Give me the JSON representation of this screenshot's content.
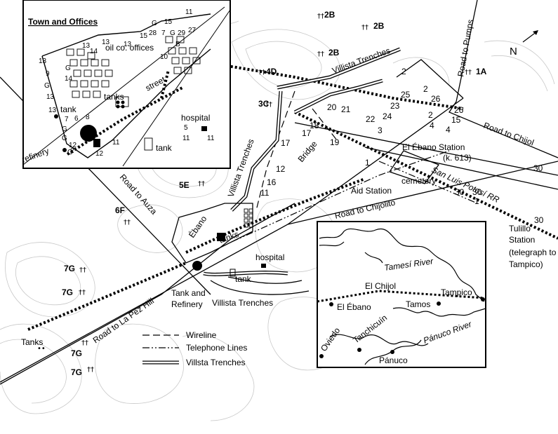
{
  "inset_town": {
    "title": "Town and Offices",
    "labels": {
      "oil_offices": "oil co. offices",
      "tanks": "tanks",
      "street": "street",
      "tank": "tank",
      "hospital": "hospital",
      "tank2": "tank",
      "refinery": "refinery"
    },
    "numbers": [
      "11",
      "15",
      "G",
      "28",
      "7",
      "G",
      "29",
      "27",
      "B",
      "10",
      "13",
      "13",
      "14",
      "13",
      "9",
      "G",
      "13",
      "G",
      "14",
      "13",
      "7",
      "6",
      "G",
      "G",
      "12",
      "8",
      "G",
      "11",
      "12",
      "5",
      "11",
      "11",
      "15",
      "13",
      "2"
    ]
  },
  "main_labels": {
    "road_to_pumps": "Road to Pumps",
    "road_to_chijol": "Road to Chijol",
    "road_to_auza": "Road to Auza",
    "road_to_chijolito": "Road to Chijolito",
    "road_to_la_pez_hill": "Road to La Pez Hill",
    "villista_trenches_1": "Villista Trenches",
    "villista_trenches_2": "Villista Trenches",
    "villista_trenches_3": "Villista Trenches",
    "bridge": "Bridge",
    "el_ebano_station": "El Ébano Station",
    "el_ebano_km": "(k. 613)",
    "aid_station": "Aid Station",
    "cemetery": "cemetery",
    "san_luis_rr": "San Luis Potosí RR",
    "tulillo_station_1": "Tulillo",
    "tulillo_station_2": "Station",
    "tulillo_station_3": "(telegraph to",
    "tulillo_station_4": "Tampico)",
    "tank_and": "Tank and",
    "refinery": "Refinery",
    "ebano_town": "Ébano",
    "tanks_town": "tanks",
    "hospital": "hospital",
    "tank": "tank",
    "tanks_left": "Tanks",
    "north": "N"
  },
  "unit_positions": [
    "2B",
    "2B",
    "2B",
    "4D",
    "1A",
    "3C",
    "5E",
    "6F",
    "7G",
    "7G",
    "7G",
    "7G"
  ],
  "route_numbers": [
    "20",
    "21",
    "22",
    "23",
    "24",
    "25",
    "26",
    "26",
    "15",
    "2",
    "2",
    "4",
    "4",
    "19",
    "18",
    "17",
    "17",
    "12",
    "16",
    "11",
    "30",
    "30",
    "30",
    "30",
    "3",
    "2",
    "1",
    "1"
  ],
  "legend": {
    "wireline": "Wireline",
    "telephone": "Telephone Lines",
    "trenches": "Villsta Trenches"
  },
  "inset_region": {
    "tamesi_river": "Tamesí River",
    "el_chijol": "El Chijol",
    "tampico": "Tampico",
    "el_ebano": "El Ébano",
    "tamos": "Tamos",
    "oviedo": "Oviedo",
    "tanchicuin": "Tanchicuín",
    "panuco_river": "Pánuco River",
    "panuco": "Pánuco"
  }
}
